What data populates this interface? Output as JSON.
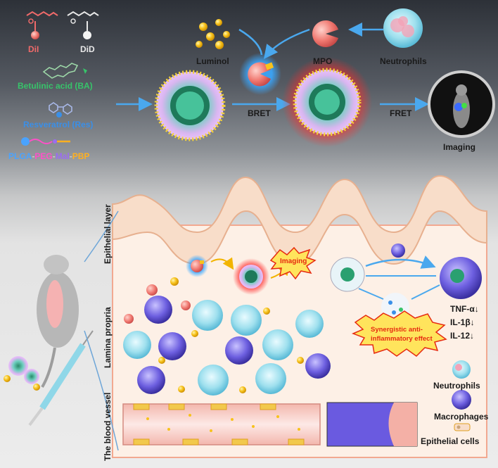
{
  "materials": {
    "dil": "DiI",
    "did": "DiD",
    "betulinic_acid": "Betulinic acid (BA)",
    "resveratrol": "Resveratrol (Res)",
    "plga": "PLGA",
    "peg": "PEG",
    "mal": "Mal",
    "pbp": "PBP",
    "dash": "-"
  },
  "top_flow": {
    "luminol": "Luminol",
    "mpo": "MPO",
    "neutrophils": "Neutrophils",
    "bret": "BRET",
    "fret": "FRET",
    "imaging": "Imaging"
  },
  "tissue": {
    "epithelial_layer": "Epithelial layer",
    "lamina_propria": "Lamina propria",
    "blood_vessel": "The blood vessel",
    "imaging_badge": "Imaging",
    "synergy_badge_line1": "Synergistic anti-",
    "synergy_badge_line2": "inflammatory effect",
    "cytokines": [
      "TNF-α↓",
      "IL-1β↓",
      "IL-12↓"
    ]
  },
  "legend": {
    "neutrophils": "Neutrophils",
    "macrophages": "Macrophages",
    "epithelial_cells": "Epithelial cells"
  },
  "colors": {
    "dil": "#f06a6a",
    "did": "#e8e8e8",
    "ba": "#37c46a",
    "res": "#3a8fe8",
    "plga": "#4aa3ff",
    "peg": "#ff4fc8",
    "mal": "#9a6cf0",
    "pbp": "#ffb020"
  }
}
